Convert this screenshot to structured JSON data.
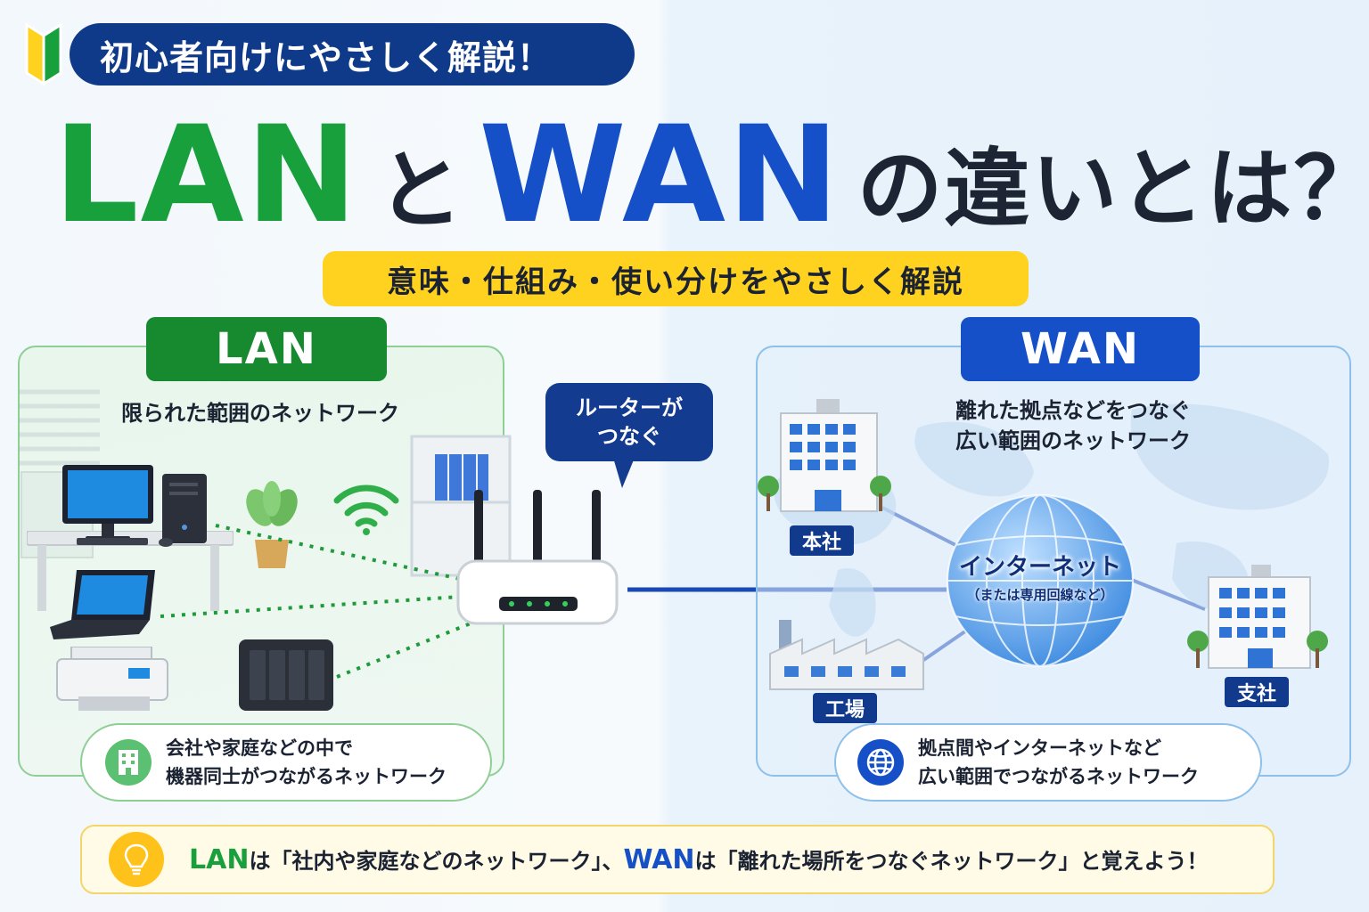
{
  "header": {
    "intro": "初心者向けにやさしく解説！",
    "title_lan": "LAN",
    "title_to": "と",
    "title_wan": "WAN",
    "title_rest": "の違いとは？",
    "subtitle": "意味・仕組み・使い分けをやさしく解説"
  },
  "lan": {
    "label": "LAN",
    "description": "限られた範囲のネットワーク",
    "note_line1": "会社や家庭などの中で",
    "note_line2": "機器同士がつながるネットワーク"
  },
  "router": {
    "bubble_line1": "ルーターが",
    "bubble_line2": "つなぐ"
  },
  "wan": {
    "label": "WAN",
    "description_line1": "離れた拠点などをつなぐ",
    "description_line2": "広い範囲のネットワーク",
    "internet_label": "インターネット",
    "internet_sub": "（または専用回線など）",
    "node_hq": "本社",
    "node_factory": "工場",
    "node_branch": "支社",
    "note_line1": "拠点間やインターネットなど",
    "note_line2": "広い範囲でつながるネットワーク"
  },
  "tip": {
    "kw_lan": "LAN",
    "part1": "は「社内や家庭などのネットワーク」、",
    "kw_wan": "WAN",
    "part2": "は「離れた場所をつなぐネットワーク」と覚えよう！"
  },
  "colors": {
    "lan_green": "#17a03c",
    "wan_blue": "#1550c8",
    "navy": "#0f3a8a",
    "yellow": "#ffd21f"
  },
  "icons": [
    "beginner-mark-icon",
    "monitor-icon",
    "desktop-tower-icon",
    "laptop-icon",
    "printer-icon",
    "nas-icon",
    "plant-icon",
    "wifi-icon",
    "router-icon",
    "building-icon",
    "factory-icon",
    "globe-icon",
    "lightbulb-icon"
  ]
}
